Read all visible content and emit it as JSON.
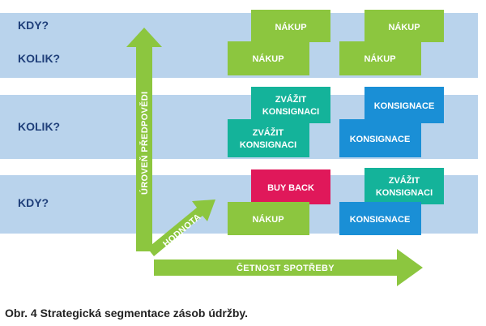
{
  "row_labels": {
    "kdy_top": "KDY?",
    "kolik_top": "KOLIK?",
    "kolik_mid": "KOLIK?",
    "kdy_bottom": "KDY?"
  },
  "axes": {
    "y_label": "ÚROVEŇ PŘEDPOVĚDI",
    "x_label": "ČETNOST SPOTŘEBY",
    "diag_label": "HODNOTA"
  },
  "boxes": {
    "r1_left_back": "NÁKUP",
    "r1_left_front": "NÁKUP",
    "r1_right_back": "NÁKUP",
    "r1_right_front": "NÁKUP",
    "r2_left_back_1": "ZVÁŽIT",
    "r2_left_back_2": "KONSIGNACI",
    "r2_left_front_1": "ZVÁŽIT",
    "r2_left_front_2": "KONSIGNACI",
    "r2_right_back": "KONSIGNACE",
    "r2_right_front": "KONSIGNACE",
    "r3_left_back": "BUY BACK",
    "r3_left_front": "NÁKUP",
    "r3_right_back_1": "ZVÁŽIT",
    "r3_right_back_2": "KONSIGNACI",
    "r3_right_front": "KONSIGNACE"
  },
  "colors": {
    "band": "#b9d3ec",
    "green": "#8cc63f",
    "teal": "#14b39a",
    "blue": "#1a8fd6",
    "magenta": "#e0185a",
    "row_label": "#1f3f7a"
  },
  "caption": "Obr. 4 Strategická segmentace zásob údržby."
}
